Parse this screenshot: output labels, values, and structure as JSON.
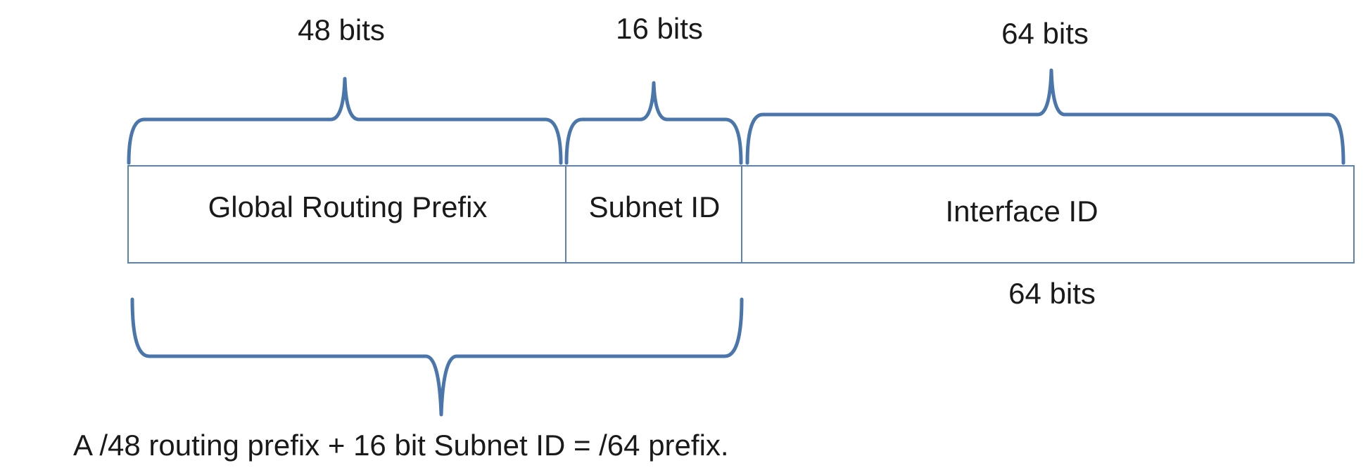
{
  "top_labels": {
    "global": "48 bits",
    "subnet": "16 bits",
    "interface": "64 bits"
  },
  "fields": {
    "global": "Global Routing Prefix",
    "subnet": "Subnet ID",
    "interface": "Interface ID"
  },
  "below_label": "64 bits",
  "caption": "A /48 routing prefix + 16 bit Subnet ID = /64 prefix.",
  "colors": {
    "brace": "#4a76ab",
    "box_border": "#5b82b8",
    "text": "#1a1a1a"
  }
}
